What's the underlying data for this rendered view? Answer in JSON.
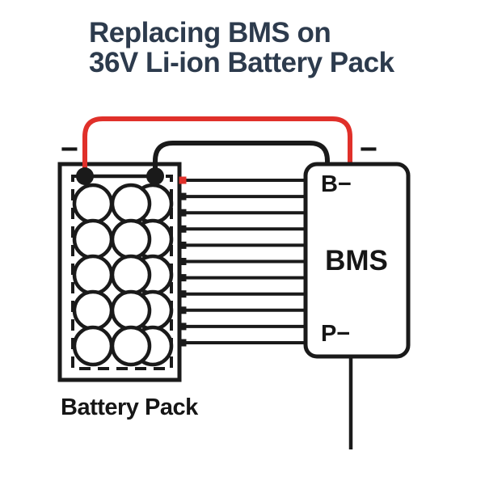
{
  "title": {
    "line1": "Replacing BMS on",
    "line2": "36V Li-ion Battery Pack"
  },
  "battery_pack": {
    "label": "Battery Pack",
    "negative_marker": "−",
    "cell_rows": 5,
    "cells_per_row": 3,
    "terminal_dots": 2
  },
  "bms": {
    "name": "BMS",
    "terminal_b_minus": "B−",
    "terminal_p_minus": "P−",
    "negative_marker": "−"
  },
  "wiring": {
    "balance_wire_count": 11,
    "positive_wire_color": "#e0302a",
    "negative_wire_color": "#1a1a1a",
    "first_balance_connector_color": "#e0302a",
    "balance_connector_color": "#1a1a1a"
  },
  "colors": {
    "title": "#2d3b4d",
    "ink": "#1a1a1a",
    "red": "#e0302a",
    "background": "#ffffff"
  }
}
